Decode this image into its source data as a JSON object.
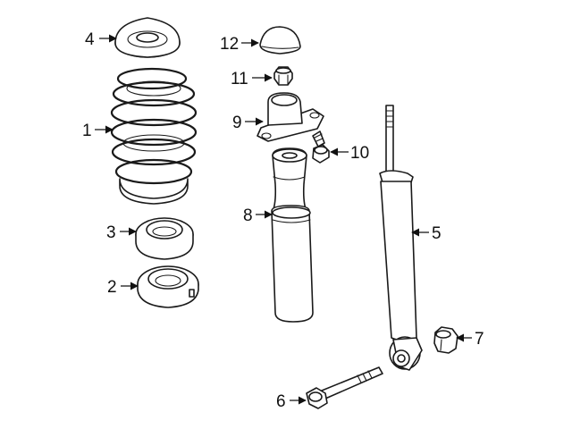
{
  "diagram": {
    "callouts": {
      "p1": "1",
      "p2": "2",
      "p3": "3",
      "p4": "4",
      "p5": "5",
      "p6": "6",
      "p7": "7",
      "p8": "8",
      "p9": "9",
      "p10": "10",
      "p11": "11",
      "p12": "12"
    }
  }
}
